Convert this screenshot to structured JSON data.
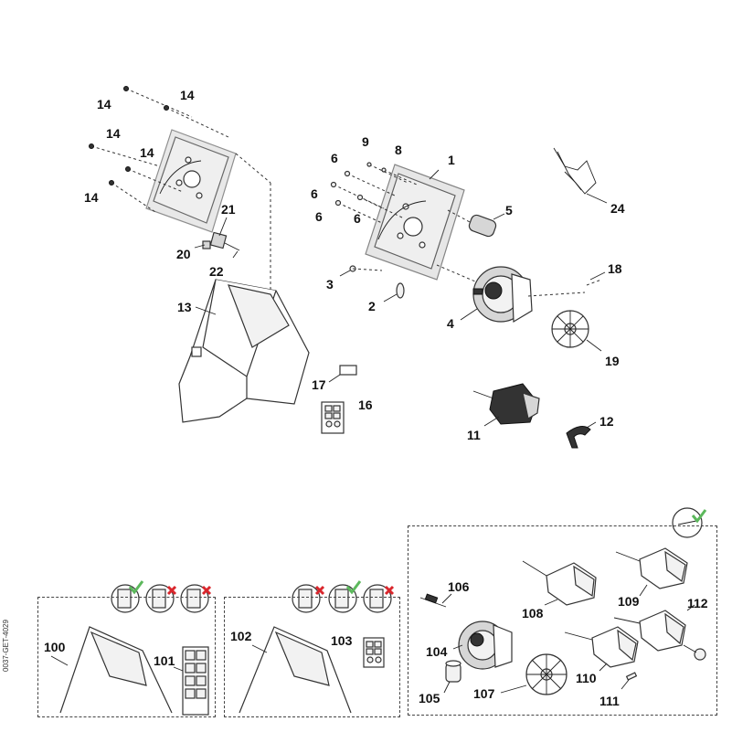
{
  "labels": {
    "l1": "1",
    "l2": "2",
    "l3": "3",
    "l4": "4",
    "l5": "5",
    "l6a": "6",
    "l6b": "6",
    "l6c": "6",
    "l6d": "6",
    "l8": "8",
    "l9": "9",
    "l11": "11",
    "l12": "12",
    "l13": "13",
    "l14a": "14",
    "l14b": "14",
    "l14c": "14",
    "l14d": "14",
    "l14e": "14",
    "l16": "16",
    "l17": "17",
    "l18": "18",
    "l19": "19",
    "l20": "20",
    "l21": "21",
    "l22": "22",
    "l24": "24",
    "l100": "100",
    "l101": "101",
    "l102": "102",
    "l103": "103",
    "l104": "104",
    "l105": "105",
    "l106": "106",
    "l107": "107",
    "l108": "108",
    "l109": "109",
    "l110": "110",
    "l111": "111",
    "l112": "112"
  },
  "side_code": "0037-GET-4029",
  "colors": {
    "check": "#5cb85c",
    "cross": "#d9262c",
    "line": "#333333"
  },
  "icons": {
    "check": "check-mark-icon",
    "cross": "cross-mark-icon"
  }
}
